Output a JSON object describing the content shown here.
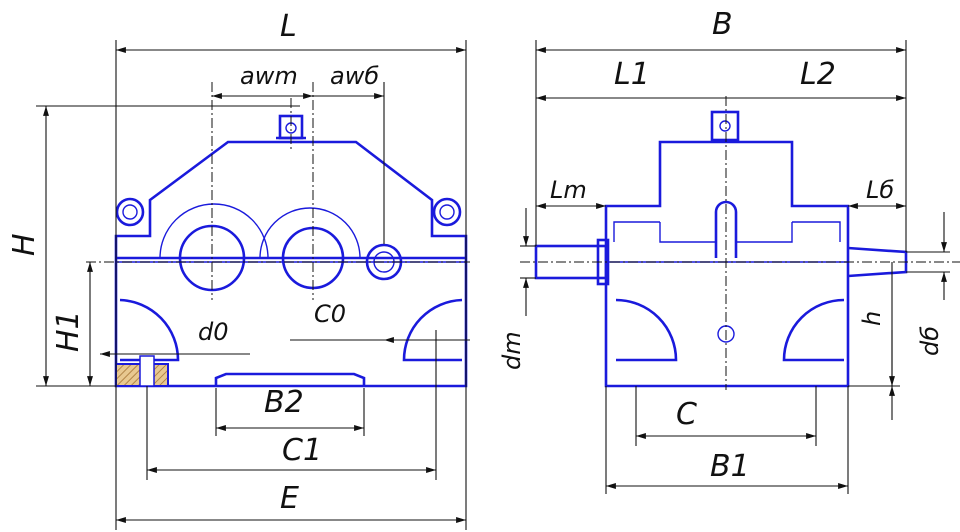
{
  "labels": {
    "L": "L",
    "a_wm": "awm",
    "a_wb": "awб",
    "H": "H",
    "H1": "H1",
    "d0": "d0",
    "C0": "C0",
    "B2": "B2",
    "C1": "C1",
    "E": "E",
    "B": "B",
    "L1": "L1",
    "L2": "L2",
    "Lm": "Lm",
    "Lb": "Lб",
    "dm": "dm",
    "h": "h",
    "db": "dб",
    "C": "C",
    "B1": "B1"
  },
  "colors": {
    "body": "#1a1adc",
    "dimension": "#111111",
    "hatch": "#c8a060"
  }
}
